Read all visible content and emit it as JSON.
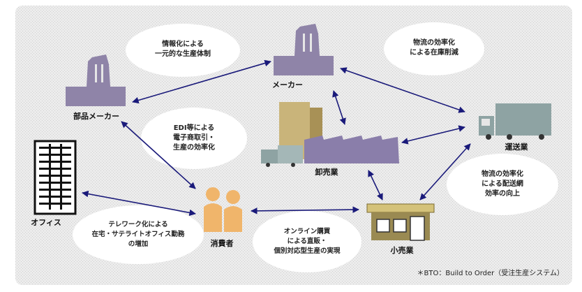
{
  "nodes": {
    "parts_maker": "部品メーカー",
    "maker": "メーカー",
    "distributor": "卸売業",
    "logistics": "運送業",
    "retailer": "小売業",
    "consumer": "消費者",
    "office": "オフィス"
  },
  "bubbles": {
    "b1": [
      "情報化による",
      "一元的な生産体制"
    ],
    "b2": [
      "物流の効率化",
      "による在庫削減"
    ],
    "b3": [
      "EDI等による",
      "電子商取引・",
      "生産の効率化"
    ],
    "b4": [
      "物流の効率化",
      "による配送網",
      "効率の向上"
    ],
    "b5": [
      "テレワーク化による",
      "在宅・サテライトオフィス勤務",
      "の増加"
    ],
    "b6": [
      "オンライン購買",
      "による直販・",
      "個別対応型生産の実現"
    ]
  },
  "footnote": "＊BTO：Build to Order（受注生産システム）",
  "colors": {
    "background": "#e6e6e6",
    "bubble": "#ffffff",
    "factory": "#8f84a8",
    "warehouse": "#8a7eaa",
    "truck": "#8ea3a3",
    "shop": "#9a8a52",
    "shop_roof": "#d4c27a",
    "people": "#f0b56b",
    "building": "#c9b47a",
    "arrow": "#1a1a7a"
  }
}
